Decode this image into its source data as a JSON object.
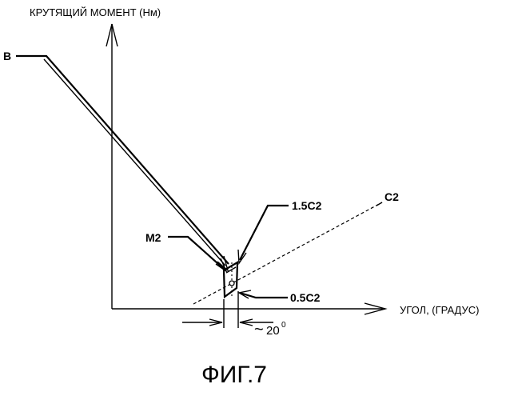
{
  "labels": {
    "y_axis": "КРУТЯЩИЙ МОМЕНТ (Нм)",
    "x_axis": "УГОЛ, (ГРАДУС)",
    "line_b": "B",
    "line_c2": "C2",
    "point_m2": "M2",
    "upper_1_5c2": "1.5C2",
    "lower_0_5c2": "0.5C2",
    "angle_tilde": "~",
    "angle_value": "20",
    "angle_degree": "0"
  },
  "caption": "ФИГ.7"
}
